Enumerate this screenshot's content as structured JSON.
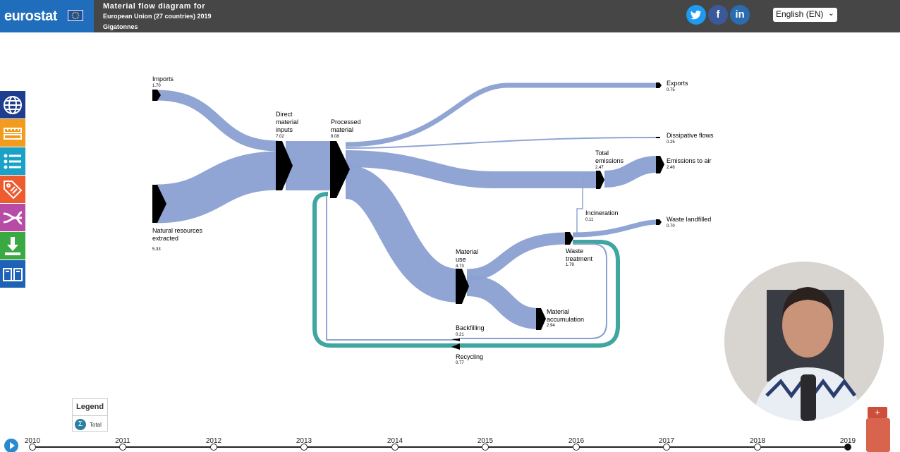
{
  "header": {
    "logo": "eurostat",
    "title": "Material flow diagram for",
    "subtitle": "European Union (27 countries) 2019",
    "unit": "Gigatonnes",
    "language": "English (EN)"
  },
  "colors": {
    "flow": "#8aa0d2",
    "recycle": "#3fa6a0",
    "node": "#000000",
    "header_bg": "#464646",
    "logo_bg": "#1f6dbb"
  },
  "social": [
    {
      "name": "twitter-icon",
      "glyph": "🐦"
    },
    {
      "name": "facebook-icon",
      "glyph": "f"
    },
    {
      "name": "linkedin-icon",
      "glyph": "in"
    }
  ],
  "sidebar": [
    {
      "name": "globe-icon",
      "color": "#1e3d8f"
    },
    {
      "name": "ruler-icon",
      "color": "#f29b1d"
    },
    {
      "name": "list-icon",
      "color": "#1aa1c8"
    },
    {
      "name": "tag-icon",
      "color": "#ee5b2f"
    },
    {
      "name": "flow-icon",
      "color": "#b74ba6"
    },
    {
      "name": "download-icon",
      "color": "#3aa843"
    },
    {
      "name": "book-icon",
      "color": "#1e62b8"
    }
  ],
  "nodes": {
    "imports": {
      "label": "Imports",
      "value": "1.70"
    },
    "natural": {
      "label": "Natural resources\nextracted",
      "value": "5.33"
    },
    "dmi": {
      "label": "Direct\nmaterial\ninputs",
      "value": "7.02"
    },
    "processed": {
      "label": "Processed\nmaterial",
      "value": "8.08"
    },
    "exports": {
      "label": "Exports",
      "value": "0.75"
    },
    "dissipative": {
      "label": "Dissipative flows",
      "value": "0.25"
    },
    "total_emissions": {
      "label": "Total\nemissions",
      "value": "2.47"
    },
    "emissions_air": {
      "label": "Emissions to air",
      "value": "2.46"
    },
    "incineration": {
      "label": "Incineration",
      "value": "0.11"
    },
    "waste_landfilled": {
      "label": "Waste landfilled",
      "value": "0.70"
    },
    "waste_treatment": {
      "label": "Waste\ntreatment",
      "value": "1.79"
    },
    "material_use": {
      "label": "Material\nuse",
      "value": "4.73"
    },
    "material_accumulation": {
      "label": "Material\naccumulation",
      "value": "2.94"
    },
    "backfilling": {
      "label": "Backfilling",
      "value": "0.21"
    },
    "recycling": {
      "label": "Recycling",
      "value": "0.77"
    }
  },
  "legend": {
    "title": "Legend",
    "item": "Total",
    "symbol": "Σ"
  },
  "timeline": {
    "years": [
      "2010",
      "2011",
      "2012",
      "2013",
      "2014",
      "2015",
      "2016",
      "2017",
      "2018",
      "2019"
    ],
    "selected": "2019"
  }
}
